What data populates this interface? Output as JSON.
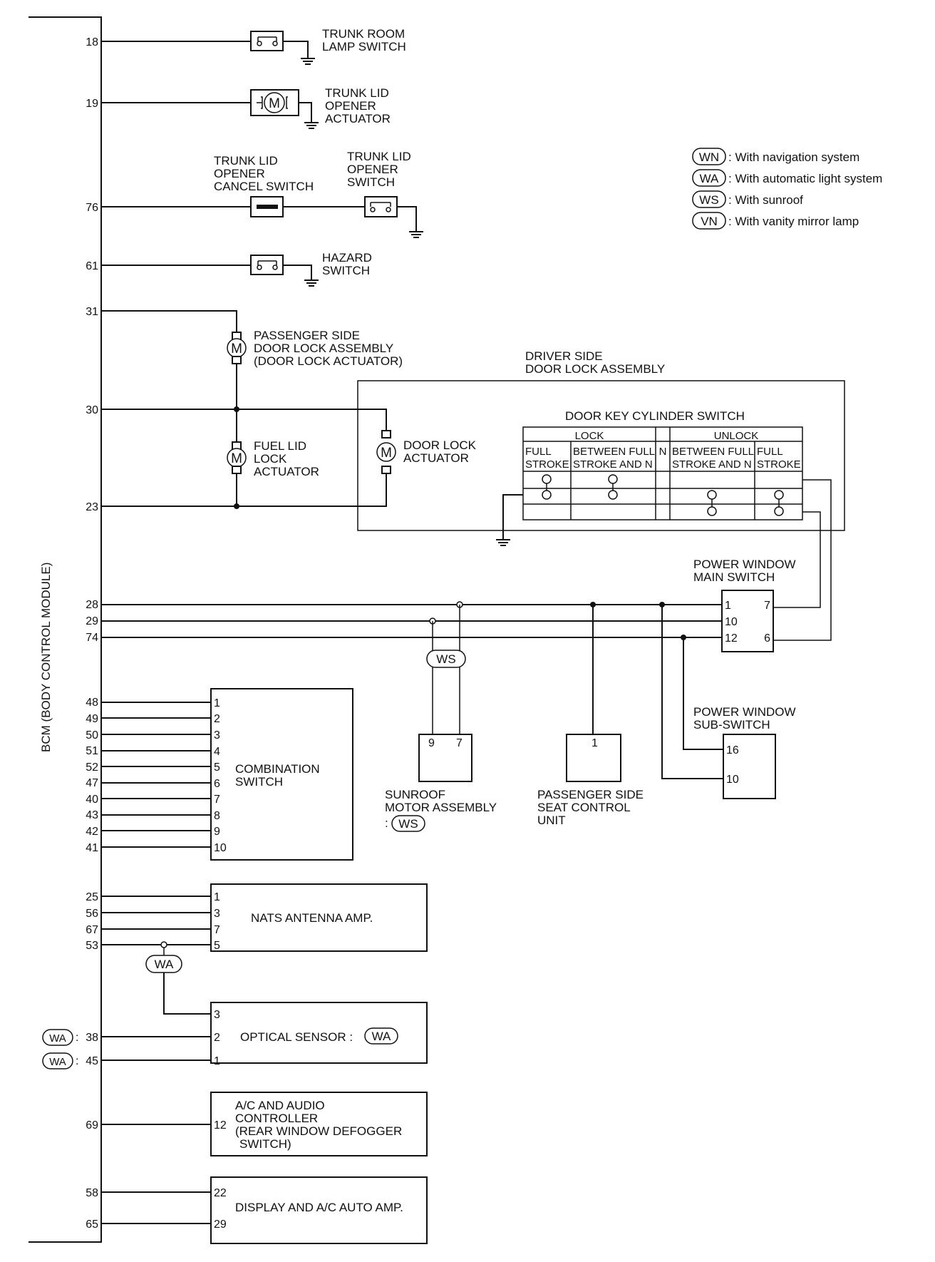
{
  "bcm": {
    "label": "BCM (BODY CONTROL MODULE)"
  },
  "legend": [
    {
      "code": "WN",
      "text": ": With navigation system"
    },
    {
      "code": "WA",
      "text": ": With automatic light system"
    },
    {
      "code": "WS",
      "text": ": With sunroof"
    },
    {
      "code": "VN",
      "text": ": With vanity mirror lamp"
    }
  ],
  "terminals": {
    "t18": "18",
    "t19": "19",
    "t76": "76",
    "t61": "61",
    "t31": "31",
    "t30": "30",
    "t23": "23",
    "t28": "28",
    "t29": "29",
    "t74": "74",
    "t48": "48",
    "t49": "49",
    "t50": "50",
    "t51": "51",
    "t52": "52",
    "t47": "47",
    "t40": "40",
    "t43": "43",
    "t42": "42",
    "t41": "41",
    "t25": "25",
    "t56": "56",
    "t67": "67",
    "t53": "53",
    "t38": "38",
    "t45": "45",
    "t69": "69",
    "t58": "58",
    "t65": "65"
  },
  "components": {
    "trunk_room": [
      "TRUNK ROOM",
      "LAMP SWITCH"
    ],
    "trunk_actuator": [
      "TRUNK LID",
      "OPENER",
      "ACTUATOR"
    ],
    "trunk_cancel": [
      "TRUNK LID",
      "OPENER",
      "CANCEL SWITCH"
    ],
    "trunk_switch": [
      "TRUNK LID",
      "OPENER",
      "SWITCH"
    ],
    "hazard": [
      "HAZARD",
      "SWITCH"
    ],
    "passenger_lock": [
      "PASSENGER SIDE",
      "DOOR LOCK ASSEMBLY",
      "(DOOR LOCK ACTUATOR)"
    ],
    "fuel_lid": [
      "FUEL LID",
      "LOCK",
      "ACTUATOR"
    ],
    "driver_lock": [
      "DRIVER SIDE",
      "DOOR LOCK ASSEMBLY"
    ],
    "door_lock_actuator": [
      "DOOR LOCK",
      "ACTUATOR"
    ],
    "key_cylinder": "DOOR KEY CYLINDER SWITCH",
    "pw_main": [
      "POWER WINDOW",
      "MAIN SWITCH"
    ],
    "pw_sub": [
      "POWER WINDOW",
      "SUB-SWITCH"
    ],
    "sunroof": [
      "SUNROOF",
      "MOTOR ASSEMBLY",
      ":"
    ],
    "seat_control": [
      "PASSENGER SIDE",
      "SEAT CONTROL",
      "UNIT"
    ],
    "combination": [
      "COMBINATION",
      "SWITCH"
    ],
    "nats": "NATS ANTENNA AMP.",
    "optical": "OPTICAL SENSOR :",
    "ac_audio": [
      "A/C AND AUDIO",
      "CONTROLLER",
      "(REAR WINDOW DEFOGGER",
      "SWITCH)"
    ],
    "display": "DISPLAY AND A/C AUTO AMP."
  },
  "key_table": {
    "lock": "LOCK",
    "n": "N",
    "unlock": "UNLOCK",
    "h1": [
      "FULL",
      "STROKE"
    ],
    "h2": [
      "BETWEEN FULL",
      "STROKE AND N"
    ],
    "h3": [
      "BETWEEN FULL",
      "STROKE AND N"
    ],
    "h4": [
      "FULL",
      "STROKE"
    ]
  },
  "pins": {
    "pw_main_left": [
      "1",
      "10",
      "12"
    ],
    "pw_main_right": [
      "7",
      "6"
    ],
    "pw_sub": [
      "16",
      "10"
    ],
    "sunroof": [
      "9",
      "7"
    ],
    "seat": "1",
    "combination": [
      "1",
      "2",
      "3",
      "4",
      "5",
      "6",
      "7",
      "8",
      "9",
      "10"
    ],
    "nats": [
      "1",
      "3",
      "7",
      "5"
    ],
    "optical": [
      "3",
      "2",
      "1"
    ],
    "ac_audio": "12",
    "display": [
      "22",
      "29"
    ]
  },
  "tags": {
    "ws": "WS",
    "wa": "WA"
  }
}
